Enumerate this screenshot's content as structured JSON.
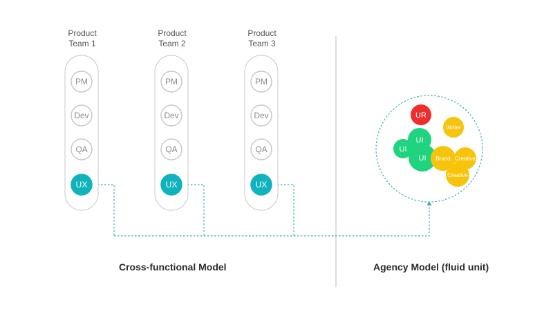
{
  "colors": {
    "role_outline": "#c8c8c8",
    "ux": "#10b3bd",
    "connector": "#35aeb8",
    "ur": "#ee2d2d",
    "ui": "#1fd37f",
    "agency": "#f8c40b",
    "divider": "#bbbbbb"
  },
  "cross_functional": {
    "caption": "Cross-functional Model",
    "teams": [
      {
        "title_line1": "Product",
        "title_line2": "Team 1",
        "roles": [
          "PM",
          "Dev",
          "QA",
          "UX"
        ]
      },
      {
        "title_line1": "Product",
        "title_line2": "Team 2",
        "roles": [
          "PM",
          "Dev",
          "QA",
          "UX"
        ]
      },
      {
        "title_line1": "Product",
        "title_line2": "Team 3",
        "roles": [
          "PM",
          "Dev",
          "QA",
          "UX"
        ]
      }
    ]
  },
  "agency": {
    "caption": "Agency Model (fluid unit)",
    "bubbles": [
      {
        "label": "UR",
        "color": "ur"
      },
      {
        "label": "Writer",
        "color": "agency"
      },
      {
        "label": "UI",
        "color": "ui"
      },
      {
        "label": "UI",
        "color": "ui"
      },
      {
        "label": "UI",
        "color": "ui"
      },
      {
        "label": "Brand",
        "color": "agency"
      },
      {
        "label": "Creative",
        "color": "agency"
      },
      {
        "label": "Creative",
        "color": "agency"
      }
    ]
  }
}
